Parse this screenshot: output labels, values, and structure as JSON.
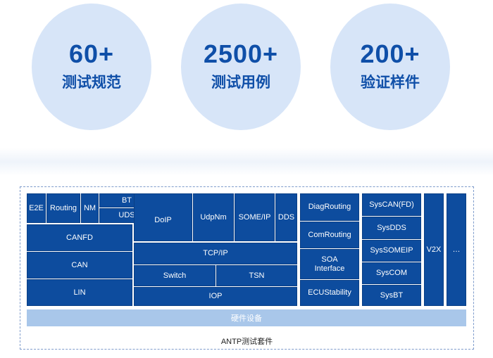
{
  "stats": [
    {
      "value": "60+",
      "label": "测试规范"
    },
    {
      "value": "2500+",
      "label": "测试用例"
    },
    {
      "value": "200+",
      "label": "验证样件"
    }
  ],
  "colors": {
    "circle_bg": "#d7e5f8",
    "stat_text": "#0f4fa8",
    "block_bg": "#0d4c9e",
    "hardware_bar": "#a9c7ea",
    "frame_border": "#7f9ccc"
  },
  "diagram": {
    "blocks": {
      "e2e": "E2E",
      "routing": "Routing",
      "nm": "NM",
      "bt": "BT",
      "uds": "UDS",
      "doip": "DoIP",
      "udpnm": "UdpNm",
      "someip": "SOME/IP",
      "dds": "DDS",
      "canfd": "CANFD",
      "can": "CAN",
      "lin": "LIN",
      "tcpip": "TCP/IP",
      "switch": "Switch",
      "tsn": "TSN",
      "iop": "IOP",
      "diagrouting": "DiagRouting",
      "comrouting": "ComRouting",
      "soa": "SOA\nInterface",
      "ecustability": "ECUStability",
      "syscanfd": "SysCAN(FD)",
      "sysdds": "SysDDS",
      "syssomeip": "SysSOMEIP",
      "syscom": "SysCOM",
      "sysbt": "SysBT",
      "v2x": "V2X",
      "more": "…"
    },
    "hardware": "硬件设备",
    "caption": "ANTP测试套件"
  }
}
